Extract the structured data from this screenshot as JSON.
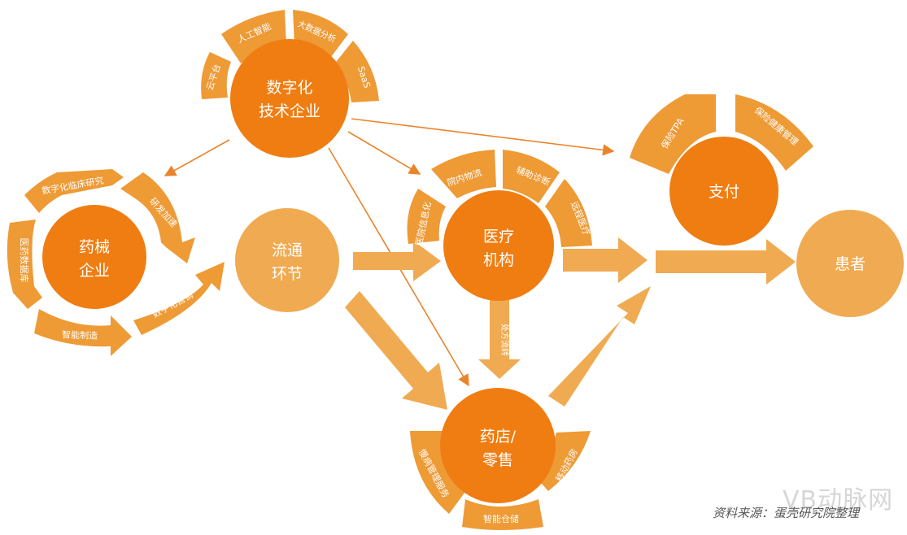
{
  "colors": {
    "core": "#ef7d12",
    "light": "#f0aa51",
    "segment": "#ee9a35",
    "line": "#e9842b",
    "text": "#ffffff"
  },
  "nodes": {
    "digital": {
      "line1": "数字化",
      "line2": "技术企业"
    },
    "pharma": {
      "line1": "药械",
      "line2": "企业"
    },
    "circulation": {
      "line1": "流通",
      "line2": "环节"
    },
    "medical": {
      "line1": "医疗",
      "line2": "机构"
    },
    "payment": {
      "line1": "支付"
    },
    "patient": {
      "line1": "患者"
    },
    "pharmacy": {
      "line1": "药店/",
      "line2": "零售"
    }
  },
  "digital_segments": [
    "云平台",
    "人工智能",
    "大数据分析",
    "SaaS"
  ],
  "pharma_cycle": [
    "数字化临床研究",
    "研发加速",
    "医药数据库",
    "智能制造",
    "数字化营销"
  ],
  "medical_segments": [
    "医院信息化",
    "院内物流",
    "辅助诊断",
    "远程医疗"
  ],
  "payment_segments": [
    "保险TPA",
    "保险健康管理"
  ],
  "pharmacy_segments": [
    "慢病管理服务",
    "智能仓储",
    "移动药房"
  ],
  "prescription_label": "处方流转",
  "source_note": "资料来源：蛋壳研究院整理",
  "watermark": "VB动脉网"
}
